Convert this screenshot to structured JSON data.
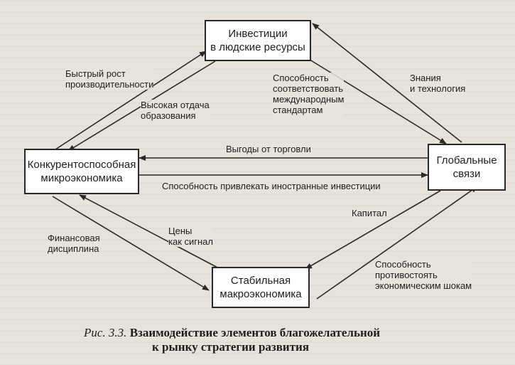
{
  "nodes": {
    "investments": "Инвестиции\nв людские ресурсы",
    "competitive_micro": "Конкурентоспособная\nмикроэкономика",
    "global_links": "Глобальные\nсвязи",
    "stable_macro": "Стабильная\nмакроэкономика"
  },
  "edges": {
    "rapid_growth": "Быстрый рост\nпроизводительности",
    "high_return": "Высокая отдача\nобразования",
    "intl_standards": "Способность\nсоответствовать\nмеждународным\nстандартам",
    "knowledge_tech": "Знания\nи технология",
    "trade_benefits": "Выгоды от торговли",
    "attract_investment": "Способность привлекать иностранные инвестиции",
    "prices_signal": "Цены\nкак сигнал",
    "financial_discipline": "Финансовая\nдисциплина",
    "capital": "Капитал",
    "withstand_shocks": "Способность\nпротивостоять\nэкономическим шокам"
  },
  "caption": {
    "figure_number": "Рис. 3.3.",
    "title_line1": "Взаимодействие элементов благожелательной",
    "title_line2": "к рынку стратегии развития"
  }
}
